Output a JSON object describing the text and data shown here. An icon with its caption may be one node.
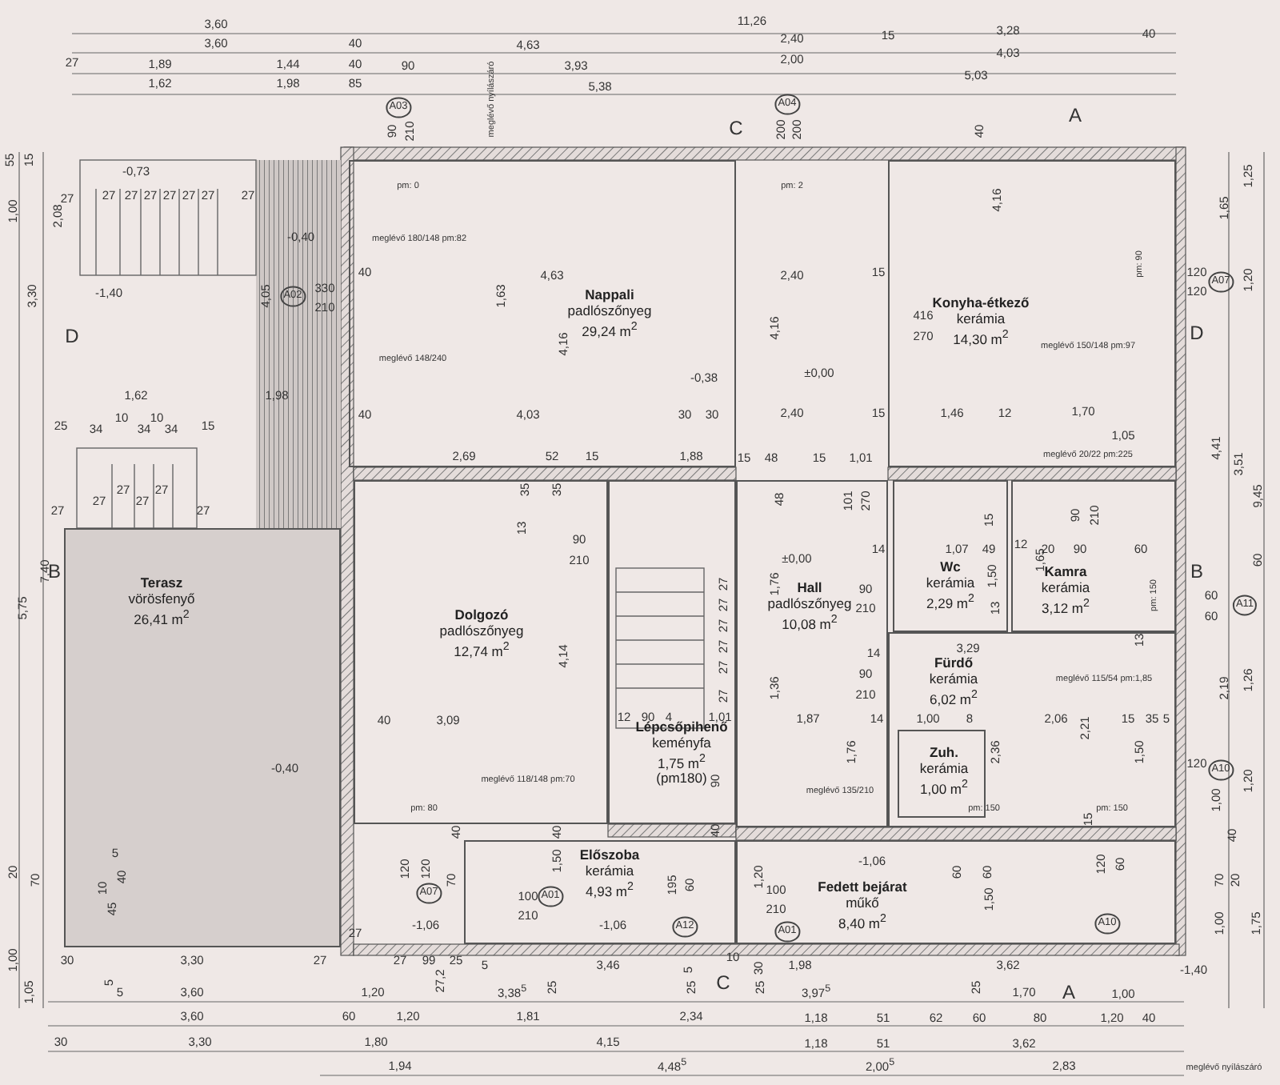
{
  "diagram": {
    "nodes": [
      {
        "text": [
          "Nappali",
          "padlószőnyeg",
          "29,24 m$^{2}$"
        ]
      },
      {
        "text": [
          "Konyha-étkező",
          "kerámia",
          "14,30 m$^{2}$"
        ]
      },
      {
        "text": [
          "Terasz",
          "vörösfenyő",
          "26,41 m$^{2}$"
        ]
      },
      {
        "text": [
          "Dolgozó",
          "padlószőnyeg",
          "12,74 m$^{2}$"
        ]
      },
      {
        "text": [
          "Lépcsőpihenő",
          "keményfa",
          "1,75 m$^{2}$",
          "(pm180)"
        ]
      },
      {
        "text": [
          "Hall",
          "padlószőnyeg",
          "10,08 m$^{2}$"
        ]
      },
      {
        "text": [
          "Wc",
          "kerámia",
          "2,29 m$^{2}$"
        ]
      },
      {
        "text": [
          "Kamra",
          "kerámia",
          "3,12 m$^{2}$"
        ]
      },
      {
        "text": [
          "Fürdő",
          "kerámia",
          "6,02 m$^{2}$"
        ]
      },
      {
        "text": [
          "Zuh.",
          "kerámia",
          "1,00 m$^{2}$"
        ],
        "in": 8
      },
      {
        "text": [
          "Előszoba",
          "kerámia",
          "4,93 m$^{2}$"
        ]
      },
      {
        "text": [
          "Fedett bejárat",
          "műkő",
          "8,40 m$^{2}$"
        ]
      }
    ],
    "labels": [
      "3,60",
      "11,26",
      "3,60",
      "40",
      "4,63",
      "2,40",
      "15",
      "3,28",
      "40",
      "27",
      "1,89",
      "1,44",
      "40",
      "90",
      "3,93",
      "2,00",
      "4,03",
      "1,62",
      "1,98",
      "85",
      "5,38",
      "5,03",
      "meglévő nyílászáró",
      "A03",
      "A04",
      "C",
      "A",
      "90",
      "210",
      "200",
      "200",
      "40",
      "-0,73",
      "27",
      "27",
      "27",
      "27",
      "27",
      "27",
      "27",
      "27",
      "-0,40",
      "-1,40",
      "D",
      "4,05",
      "A02",
      "330",
      "210",
      "1,62",
      "1,98",
      "25",
      "34",
      "10",
      "34",
      "10",
      "34",
      "15",
      "27",
      "27",
      "27",
      "27",
      "27",
      "27",
      "pm: 0",
      "meglévő 180/148 pm:82",
      "40",
      "4,63",
      "1,63",
      "4,16",
      "meglévő 148/240",
      "-0,38",
      "40",
      "4,03",
      "30",
      "30",
      "2,69",
      "52",
      "15",
      "1,88",
      "pm: 2",
      "4,16",
      "2,40",
      "15",
      "4,16",
      "416",
      "270",
      "±0,00",
      "meglévő 150/148 pm:97",
      "pm: 90",
      "120",
      "120",
      "A07",
      "D",
      "2,40",
      "15",
      "1,46",
      "12",
      "1,70",
      "15",
      "48",
      "15",
      "1,01",
      "meglévő 20/22 pm:225",
      "1,05",
      "35",
      "35",
      "13",
      "90",
      "210",
      "48",
      "101",
      "270",
      "7,40",
      "B",
      "5,75",
      "±0,00",
      "14",
      "1,07",
      "49",
      "15",
      "12",
      "20",
      "90",
      "60",
      "90",
      "210",
      "1,50",
      "1,65",
      "13",
      "B",
      "60",
      "60",
      "A11",
      "pm: 150",
      "60",
      "1,76",
      "90",
      "210",
      "14",
      "3,29",
      "13",
      "90",
      "210",
      "meglévő 115/54 pm:1,85",
      "2,19",
      "1,26",
      "4,41",
      "3,51",
      "9,45",
      "1,65",
      "1,25",
      "1,20",
      "55",
      "15",
      "1,00",
      "2,08",
      "3,30",
      "4,14",
      "40",
      "3,09",
      "12",
      "90",
      "4",
      "1,01",
      "27",
      "27",
      "27",
      "27",
      "27",
      "27",
      "1,87",
      "14",
      "1,00",
      "8",
      "2,06",
      "15",
      "35",
      "5",
      "-0,40",
      "meglévő 118/148 pm:70",
      "90",
      "pm: 80",
      "40",
      "40",
      "40",
      "1,76",
      "1,36",
      "meglévő 135/210",
      "2,36",
      "2,21",
      "1,50",
      "120",
      "A10",
      "1,20",
      "pm: 150",
      "pm: 150",
      "15",
      "1,00",
      "40",
      "5",
      "40",
      "10",
      "45",
      "70",
      "20",
      "1,00",
      "1,05",
      "120",
      "120",
      "A07",
      "70",
      "1,50",
      "100",
      "210",
      "A01",
      "195",
      "60",
      "-1,06",
      "-1,06",
      "A12",
      "1,20",
      "-1,06",
      "100",
      "210",
      "A01",
      "60",
      "60",
      "120",
      "60",
      "A10",
      "1,50",
      "70",
      "20",
      "1,00",
      "1,75",
      "30",
      "3,30",
      "27",
      "27",
      "27",
      "99",
      "25",
      "5",
      "3,46",
      "5",
      "10",
      "30",
      "1,98",
      "3,62",
      "C",
      "27,2",
      "5",
      "5",
      "-1,40",
      "3,60",
      "1,20",
      "3,38$^{5}$",
      "25",
      "25",
      "25",
      "3,97$^{5}$",
      "25",
      "1,70",
      "A",
      "1,00",
      "3,60",
      "60",
      "1,20",
      "1,81",
      "2,34",
      "1,18",
      "51",
      "62",
      "60",
      "80",
      "1,20",
      "40",
      "30",
      "3,30",
      "1,80",
      "4,15",
      "1,18",
      "51",
      "3,62",
      "1,94",
      "4,48$^{5}$",
      "2,00$^{5}$",
      "2,83",
      "meglévő nyílászáró"
    ]
  }
}
